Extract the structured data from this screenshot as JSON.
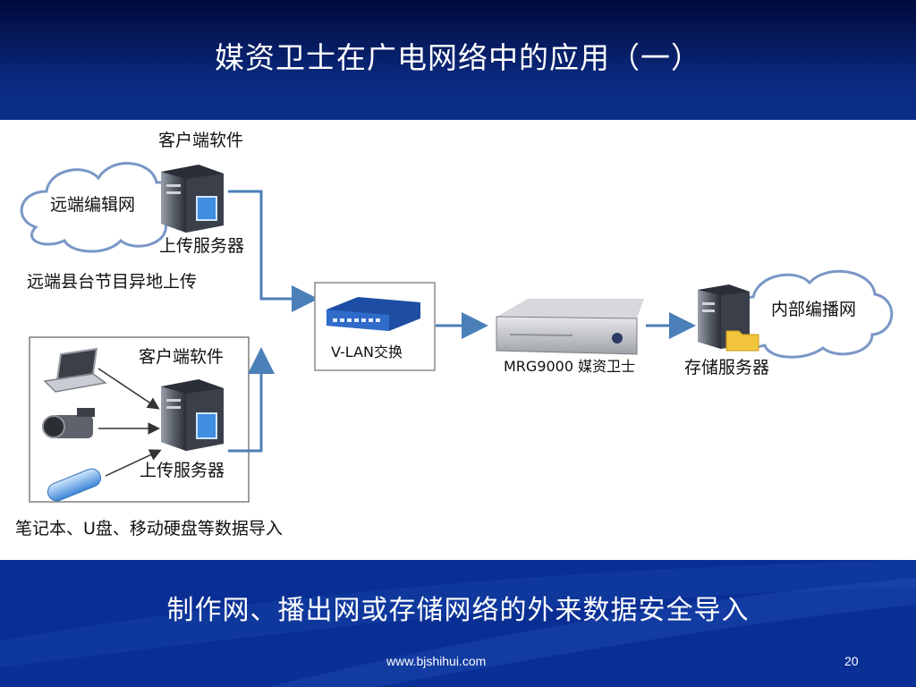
{
  "slide": {
    "title": "媒资卫士在广电网络中的应用（一）",
    "subtitle": "制作网、播出网或存储网络的外来数据安全导入",
    "footer_url": "www.bjshihui.com",
    "page_number": "20"
  },
  "diagram": {
    "remote_cloud_label": "远端编辑网",
    "client_software_top": "客户端软件",
    "upload_server_top": "上传服务器",
    "remote_caption": "远端县台节目异地上传",
    "client_software_bottom": "客户端软件",
    "upload_server_bottom": "上传服务器",
    "local_caption": "笔记本、U盘、移动硬盘等数据导入",
    "vlan_label": "V-LAN交换",
    "mrg_label": "MRG9000 媒资卫士",
    "storage_label": "存储服务器",
    "internal_cloud_label": "内部编播网"
  },
  "colors": {
    "background_blue": "#0b2f8e",
    "arrow_blue": "#4a7fb8",
    "cloud_fill": "#ffffff",
    "cloud_stroke": "#6f8fbf"
  }
}
